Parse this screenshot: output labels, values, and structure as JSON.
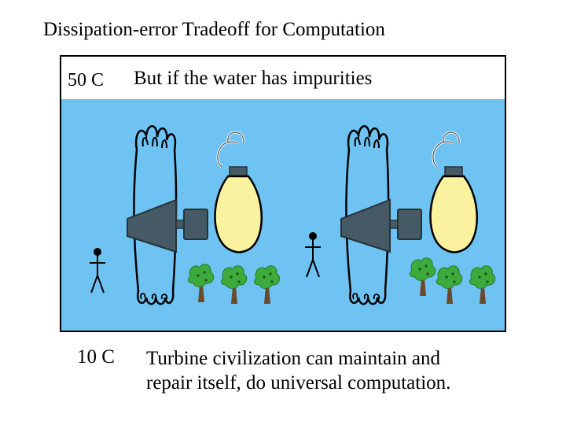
{
  "slide": {
    "title": "Dissipation-error Tradeoff for Computation",
    "hot_temp": "50 C",
    "condition": "But if the water has impurities",
    "cold_temp": "10 C",
    "description_lines": [
      "Turbine civilization can maintain and",
      "repair itself, do universal computation."
    ]
  },
  "colors": {
    "water": "#6ec3f2",
    "turbine": "#455a64",
    "bulb": "#fbf2a0",
    "tree_leaves": "#3cab3c",
    "tree_trunk": "#6b4a2a"
  },
  "icons": [
    "waterfall-hand",
    "turbine",
    "light-bulb",
    "stick-figure",
    "tree"
  ]
}
